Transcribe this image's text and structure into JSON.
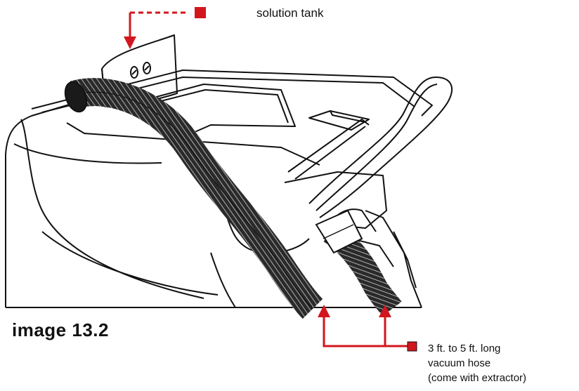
{
  "figure": {
    "caption": "image 13.2",
    "callouts": {
      "solution_tank": "solution tank",
      "vacuum_hose": [
        "3 ft. to 5 ft. long",
        "vacuum hose",
        "(come with extractor)"
      ]
    },
    "colors": {
      "callout": "#d3161d",
      "line_art": "#111111",
      "hose": "#1a1a1a",
      "background": "#ffffff"
    },
    "icons": [
      "down-arrow-icon",
      "up-arrow-icon",
      "square-marker-icon"
    ]
  }
}
